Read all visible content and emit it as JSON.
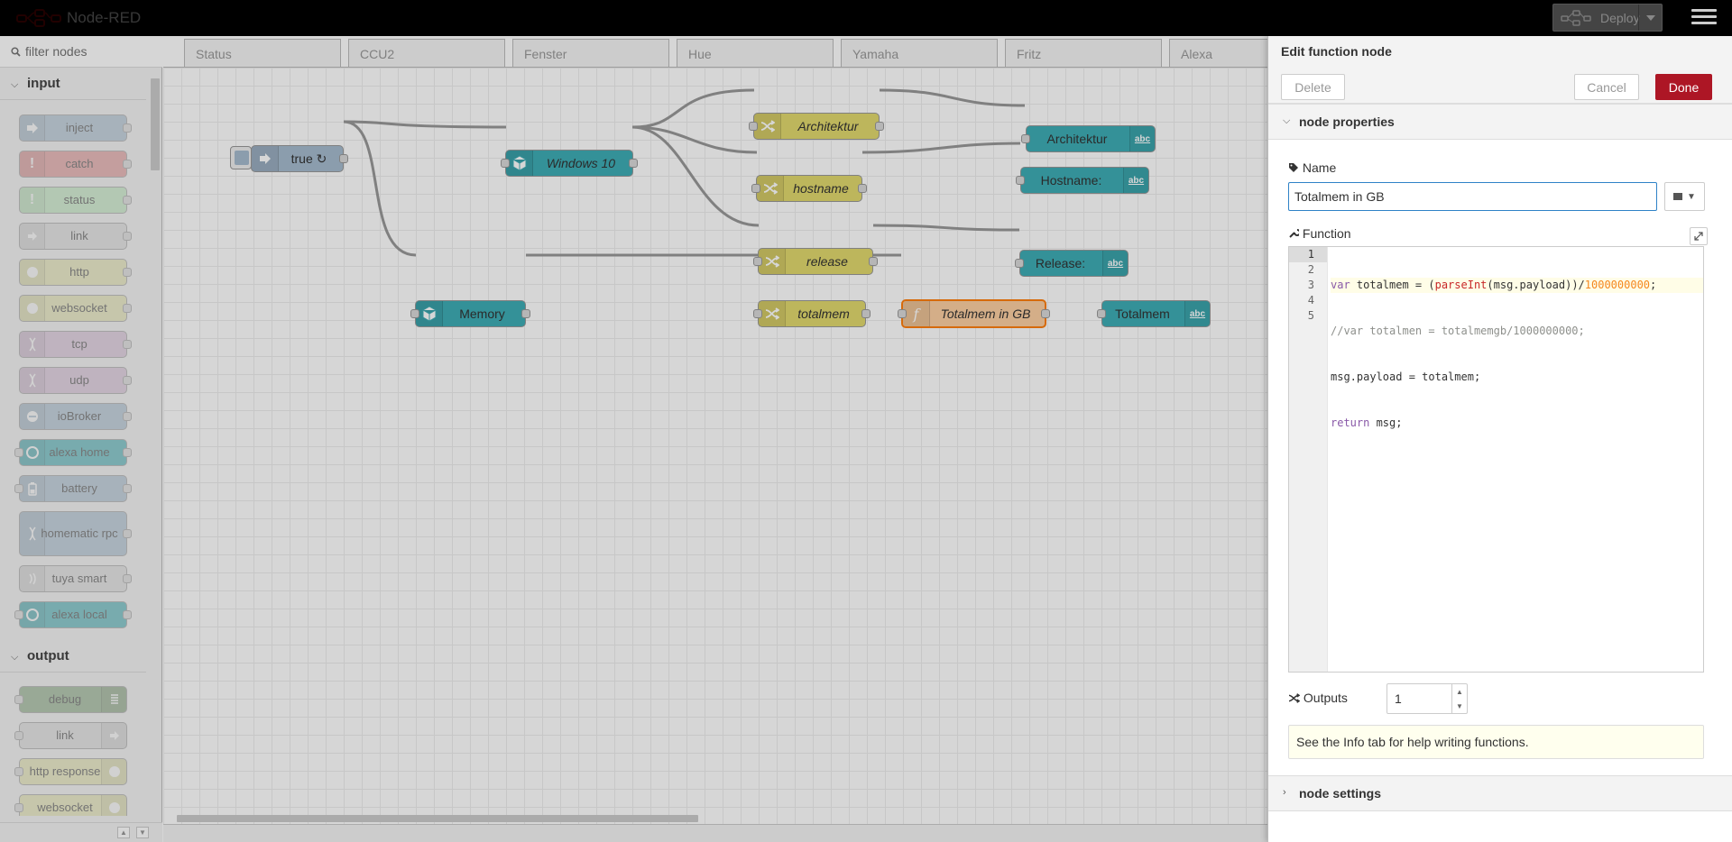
{
  "header": {
    "title": "Node-RED",
    "deploy_label": "Deploy"
  },
  "palette": {
    "filter_placeholder": "filter nodes",
    "categories": [
      {
        "label": "input",
        "nodes": [
          "inject",
          "catch",
          "status",
          "link",
          "http",
          "websocket",
          "tcp",
          "udp",
          "ioBroker",
          "alexa home",
          "battery",
          "homematic rpc",
          "tuya smart",
          "alexa local"
        ]
      },
      {
        "label": "output",
        "nodes": [
          "debug",
          "link",
          "http response",
          "websocket"
        ]
      }
    ]
  },
  "workspace": {
    "tabs": [
      "Status",
      "CCU2",
      "Fenster",
      "Hue",
      "Yamaha",
      "Fritz",
      "Alexa"
    ],
    "nodes": {
      "inject": "true ↻",
      "windows": "Windows 10",
      "architektur": "Architektur",
      "hostname": "hostname",
      "release": "release",
      "memory": "Memory",
      "totalmem": "totalmem",
      "function": "Totalmem in GB",
      "ui_architektur": "Architektur",
      "ui_hostname": "Hostname:",
      "ui_release": "Release:",
      "ui_totalmem": "Totalmem",
      "abc": "abc"
    }
  },
  "editor": {
    "title": "Edit function node",
    "delete_label": "Delete",
    "cancel_label": "Cancel",
    "done_label": "Done",
    "properties_label": "node properties",
    "name_label": "Name",
    "name_value": "Totalmem in GB",
    "function_label": "Function",
    "line_numbers": [
      "1",
      "2",
      "3",
      "4",
      "5"
    ],
    "code": {
      "l1_kw": "var",
      "l1_a": " totalmem = (",
      "l1_fn": "parseInt",
      "l1_b": "(msg.payload))/",
      "l1_num": "1000000000",
      "l1_c": ";",
      "l2": "//var totalmen = totalmemgb/1000000000;",
      "l3": "msg.payload = totalmem;",
      "l4_kw": "return",
      "l4_rest": " msg;"
    },
    "outputs_label": "Outputs",
    "outputs_value": "1",
    "tip": "See the Info tab for help writing functions.",
    "settings_label": "node settings"
  },
  "colors": {
    "header_bg": "#000000",
    "done_button": "#ad1625",
    "inject_node": "#a6bbcf",
    "catch_node": "#e49191",
    "status_node": "#c0edc0",
    "link_node": "#dddddd",
    "network_node": "#d8bfd8",
    "iobroker_node": "#a6bbcf",
    "alexa_node": "#3fadb5",
    "change_node": "#e2d96e",
    "function_node": "#fdd0a2",
    "ui_node": "#3fadb5",
    "debug_node": "#87a980",
    "highlight": "#ff7f0e"
  }
}
